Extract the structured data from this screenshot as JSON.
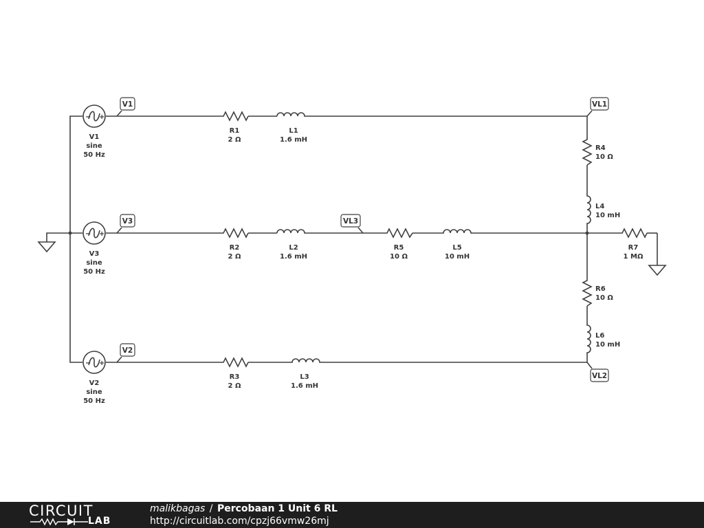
{
  "components": {
    "V1": {
      "name": "V1",
      "type": "sine",
      "freq": "50 Hz"
    },
    "V2": {
      "name": "V2",
      "type": "sine",
      "freq": "50 Hz"
    },
    "V3": {
      "name": "V3",
      "type": "sine",
      "freq": "50 Hz"
    },
    "R1": {
      "name": "R1",
      "value": "2 Ω"
    },
    "R2": {
      "name": "R2",
      "value": "2 Ω"
    },
    "R3": {
      "name": "R3",
      "value": "2 Ω"
    },
    "R4": {
      "name": "R4",
      "value": "10 Ω"
    },
    "R5": {
      "name": "R5",
      "value": "10 Ω"
    },
    "R6": {
      "name": "R6",
      "value": "10 Ω"
    },
    "R7": {
      "name": "R7",
      "value": "1 MΩ"
    },
    "L1": {
      "name": "L1",
      "value": "1.6 mH"
    },
    "L2": {
      "name": "L2",
      "value": "1.6 mH"
    },
    "L3": {
      "name": "L3",
      "value": "1.6 mH"
    },
    "L4": {
      "name": "L4",
      "value": "10 mH"
    },
    "L5": {
      "name": "L5",
      "value": "10 mH"
    },
    "L6": {
      "name": "L6",
      "value": "10 mH"
    }
  },
  "probes": {
    "V1": "V1",
    "V2": "V2",
    "V3": "V3",
    "VL1": "VL1",
    "VL2": "VL2",
    "VL3": "VL3"
  },
  "footer": {
    "logo_top": "CIRCUIT",
    "logo_bottom": "LAB",
    "author": "malikbagas",
    "separator": "/",
    "title": "Percobaan 1 Unit 6 RL",
    "url": "http://circuitlab.com/cpzj66vmw26mj"
  },
  "colors": {
    "wire": "#3f3f3f",
    "footer_bg": "#1e1e1e"
  }
}
